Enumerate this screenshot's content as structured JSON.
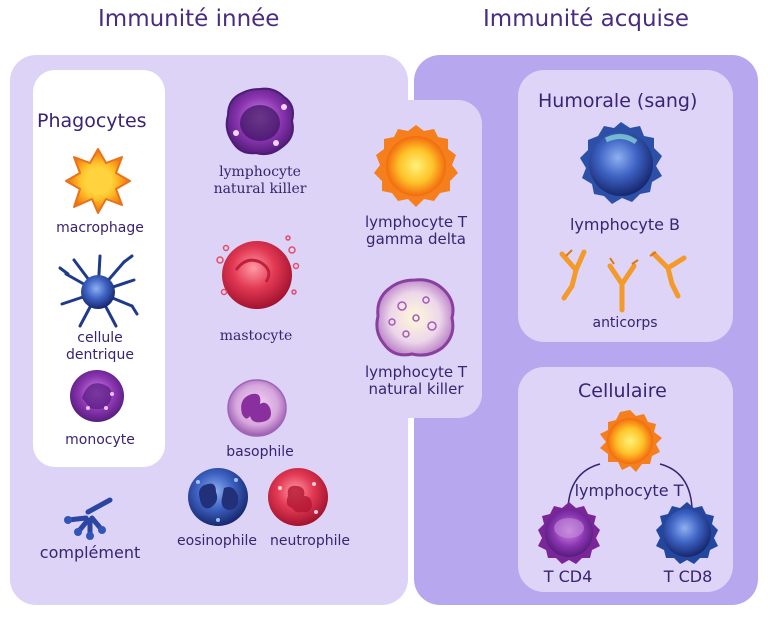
{
  "headings": {
    "innate": "Immunité innée",
    "acquired": "Immunité acquise",
    "phagocytes": "Phagocytes",
    "humoral": "Humorale (sang)",
    "cellular": "Cellulaire"
  },
  "labels": {
    "macrophage": "macrophage",
    "dendritic_1": "cellule",
    "dendritic_2": "dentrique",
    "monocyte": "monocyte",
    "nk_1": "lymphocyte",
    "nk_2": "natural killer",
    "mastocyte": "mastocyte",
    "basophile": "basophile",
    "complement": "complément",
    "eosinophile": "eosinophile",
    "neutrophile": "neutrophile",
    "tgd_1": "lymphocyte T",
    "tgd_2": "gamma delta",
    "tnk_1": "lymphocyte T",
    "tnk_2": "natural killer",
    "lymphocyte_b": "lymphocyte B",
    "anticorps": "anticorps",
    "lymphocyte_t": "lymphocyte T",
    "tcd4": "T CD4",
    "tcd8": "T CD8"
  },
  "colors": {
    "innate_panel": "#dcd3f7",
    "acquired_panel": "#b7a7ee",
    "inner_box": "#ddd4f8",
    "text": "#3a2372",
    "orange": "#f7941d",
    "blue": "#2b4aa8",
    "purple": "#7b2a9c",
    "red": "#d62a4a",
    "pink": "#e98cb0"
  }
}
